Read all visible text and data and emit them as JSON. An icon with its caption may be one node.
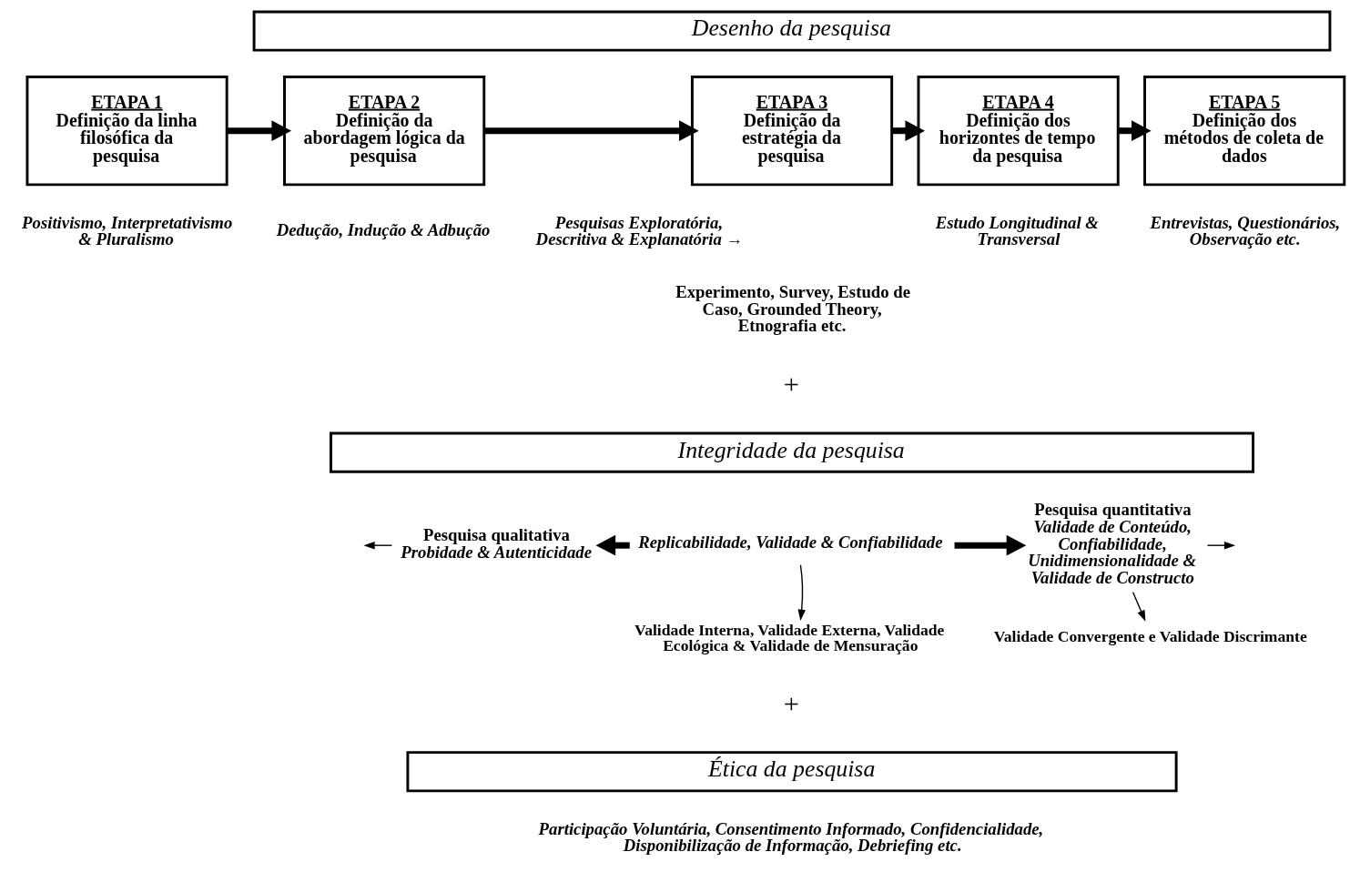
{
  "diagram": {
    "nodes": [
      {
        "text": [
          "Desenho da pesquisa"
        ]
      },
      {
        "text": [
          "ETAPA 1",
          "Definição da linha filosófica da pesquisa"
        ],
        "beside": [
          "Positivismo, Interpretativismo & Pluralismo"
        ]
      },
      {
        "text": [
          "ETAPA 2",
          "Definição da abordagem lógica da pesquisa"
        ],
        "beside": [
          "Dedução, Indução & Adbução"
        ]
      },
      {
        "text": [
          "ETAPA 3",
          "Definição da estratégia da pesquisa"
        ],
        "beside": [
          "Pesquisas Exploratória, Descritiva & Explanatória →",
          "Experimento, Survey, Estudo de Caso, Grounded Theory, Etnografia etc."
        ]
      },
      {
        "text": [
          "ETAPA 4",
          "Definição dos horizontes de tempo da pesquisa"
        ],
        "beside": [
          "Estudo Longitudinal & Transversal"
        ]
      },
      {
        "text": [
          "ETAPA 5",
          "Definição dos métodos de coleta de dados"
        ],
        "beside": [
          "Entrevistas, Questionários, Observação etc."
        ]
      },
      {
        "text": [
          "Integridade da pesquisa"
        ]
      },
      {
        "text": [
          "Replicabilidade, Validade & Confiabilidade"
        ]
      },
      {
        "text": [
          "Validade Interna, Validade Externa, Validade Ecológica & Validade de Mensuração"
        ]
      },
      {
        "text": [
          "Pesquisa qualitativa",
          "Probidade & Autenticidade"
        ]
      },
      {
        "text": [
          "Pesquisa quantitativa",
          "Validade de Conteúdo, Confiabilidade, Unidimensionalidade & Validade de Constructo"
        ]
      },
      {
        "text": [
          "Validade Convergente e Validade Discrimante"
        ]
      },
      {
        "text": [
          "Ética da pesquisa"
        ],
        "beside": [
          "Participação Voluntária, Consentimento Informado, Confidencialidade, Disponibilização de Informação, Debriefing etc."
        ]
      }
    ],
    "edges": [
      {
        "from": 1,
        "to": 2,
        "arrow": "to"
      },
      {
        "from": 2,
        "to": 3,
        "arrow": "to"
      },
      {
        "from": 3,
        "to": 4,
        "arrow": "to"
      },
      {
        "from": 4,
        "to": 5,
        "arrow": "to"
      },
      {
        "from": 7,
        "to": 8,
        "arrow": "to"
      },
      {
        "from": 7,
        "to": 9,
        "arrow": "to"
      },
      {
        "from": 7,
        "to": 10,
        "arrow": "to"
      },
      {
        "from": 9,
        "to": null,
        "arrow": "to"
      },
      {
        "from": 10,
        "to": null,
        "arrow": "to"
      },
      {
        "from": 10,
        "to": 11,
        "arrow": "to"
      }
    ],
    "labels": [
      "+",
      "+"
    ]
  }
}
